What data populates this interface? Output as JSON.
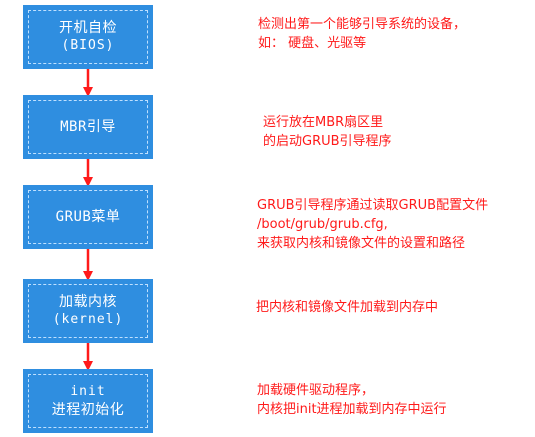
{
  "steps": [
    {
      "line1": "开机自检",
      "line2": "(BIOS)"
    },
    {
      "line1": "MBR引导"
    },
    {
      "line1": "GRUB菜单"
    },
    {
      "line1": "加载内核",
      "line2": "(kernel)"
    },
    {
      "line1": "init",
      "line2": "进程初始化"
    }
  ],
  "notes": [
    {
      "lines": [
        "检测出第一个能够引导系统的设备，",
        "如： 硬盘、光驱等"
      ]
    },
    {
      "lines": [
        "运行放在MBR扇区里",
        "的启动GRUB引导程序"
      ]
    },
    {
      "lines": [
        "GRUB引导程序通过读取GRUB配置文件",
        "/boot/grub/grub.cfg,",
        "来获取内核和镜像文件的设置和路径"
      ]
    },
    {
      "lines": [
        "把内核和镜像文件加载到内存中"
      ]
    },
    {
      "lines": [
        "加载硬件驱动程序，",
        "内核把init进程加载到内存中运行"
      ]
    }
  ],
  "colors": {
    "box_fill": "#2f8ee0",
    "box_text": "#ffffff",
    "note_text": "#ff1a1a",
    "arrow": "#ff1a1a"
  }
}
